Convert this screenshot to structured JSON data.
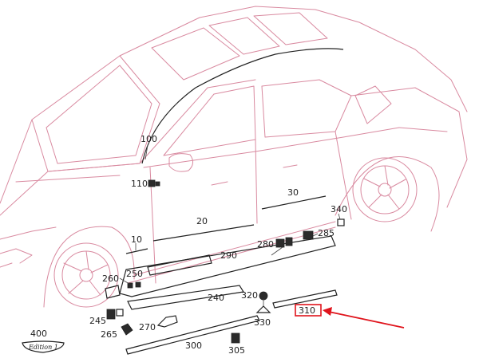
{
  "callouts": {
    "c10": "10",
    "c20": "20",
    "c30": "30",
    "c100": "100",
    "c110": "110",
    "c240": "240",
    "c245": "245",
    "c250": "250",
    "c260": "260",
    "c265": "265",
    "c270": "270",
    "c280": "280",
    "c285": "285",
    "c290": "290",
    "c300": "300",
    "c305": "305",
    "c310": "310",
    "c320": "320",
    "c330": "330",
    "c340": "340",
    "c400": "400"
  },
  "edition_badge": "Edition 1",
  "colors": {
    "car_outline": "#d98aa0",
    "parts": "#222222",
    "highlight": "#e0141c"
  }
}
